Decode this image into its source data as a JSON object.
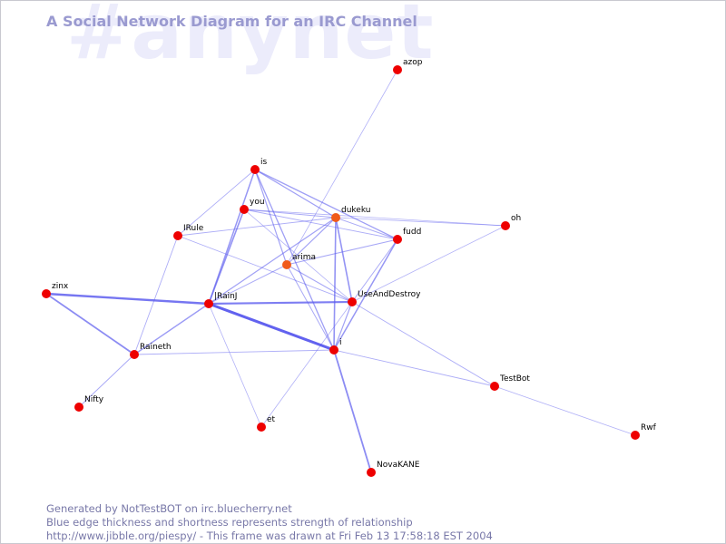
{
  "watermark": "#anynet",
  "title": "A Social Network Diagram for an IRC Channel",
  "footer": {
    "line1": "Generated by NotTestBOT on irc.bluecherry.net",
    "line2": "Blue edge thickness and shortness represents strength of relationship",
    "line3": "http://www.jibble.org/piespy/ - This frame was drawn at Fri Feb 13 17:58:18 EST 2004"
  },
  "colors": {
    "node": "#ee0000",
    "active_node": "#f05a1a",
    "edge": "#5a5aee",
    "title": "#9a9ad0",
    "watermark": "#ececfb"
  },
  "graph": {
    "nodes": [
      {
        "id": "azop",
        "label": "azop"
      },
      {
        "id": "is",
        "label": "is"
      },
      {
        "id": "you",
        "label": "you"
      },
      {
        "id": "dukeku",
        "label": "dukeku",
        "active": true
      },
      {
        "id": "oh",
        "label": "oh"
      },
      {
        "id": "IRule",
        "label": "IRule"
      },
      {
        "id": "fudd",
        "label": "fudd"
      },
      {
        "id": "arima",
        "label": "arima",
        "active": true
      },
      {
        "id": "zinx",
        "label": "zinx"
      },
      {
        "id": "Rain",
        "label": "|RainJ"
      },
      {
        "id": "UseAndDestroy",
        "label": "UseAndDestroy"
      },
      {
        "id": "i",
        "label": "i"
      },
      {
        "id": "Raineth",
        "label": "Raineth"
      },
      {
        "id": "TestBot",
        "label": "TestBot"
      },
      {
        "id": "Nifty",
        "label": "Nifty"
      },
      {
        "id": "et",
        "label": "et"
      },
      {
        "id": "Rwf",
        "label": "Rwf"
      },
      {
        "id": "NovaKANE",
        "label": "NovaKANE"
      }
    ],
    "edges": [
      {
        "from": "Rain",
        "to": "i",
        "strength": 3
      },
      {
        "from": "zinx",
        "to": "Rain",
        "strength": 2.4
      },
      {
        "from": "Rain",
        "to": "UseAndDestroy",
        "strength": 2.2
      },
      {
        "from": "zinx",
        "to": "Raineth",
        "strength": 1.8
      },
      {
        "from": "i",
        "to": "NovaKANE",
        "strength": 1.8
      },
      {
        "from": "Rain",
        "to": "Raineth",
        "strength": 1.4
      },
      {
        "from": "Rain",
        "to": "you",
        "strength": 1.6
      },
      {
        "from": "Rain",
        "to": "is",
        "strength": 1.5
      },
      {
        "from": "dukeku",
        "to": "i",
        "strength": 1.6
      },
      {
        "from": "dukeku",
        "to": "UseAndDestroy",
        "strength": 1.6
      },
      {
        "from": "fudd",
        "to": "i",
        "strength": 1.5
      },
      {
        "from": "is",
        "to": "dukeku",
        "strength": 1.3
      },
      {
        "from": "is",
        "to": "fudd",
        "strength": 1.3
      },
      {
        "from": "is",
        "to": "arima",
        "strength": 1.2
      },
      {
        "from": "is",
        "to": "i",
        "strength": 1.3
      },
      {
        "from": "you",
        "to": "dukeku",
        "strength": 1.0
      },
      {
        "from": "you",
        "to": "fudd",
        "strength": 0.9
      },
      {
        "from": "you",
        "to": "oh",
        "strength": 0.8
      },
      {
        "from": "you",
        "to": "UseAndDestroy",
        "strength": 0.8
      },
      {
        "from": "IRule",
        "to": "is",
        "strength": 0.9
      },
      {
        "from": "IRule",
        "to": "dukeku",
        "strength": 0.9
      },
      {
        "from": "IRule",
        "to": "UseAndDestroy",
        "strength": 0.9
      },
      {
        "from": "IRule",
        "to": "Raineth",
        "strength": 0.9
      },
      {
        "from": "dukeku",
        "to": "arima",
        "strength": 1.2
      },
      {
        "from": "dukeku",
        "to": "fudd",
        "strength": 1.0
      },
      {
        "from": "dukeku",
        "to": "oh",
        "strength": 0.8
      },
      {
        "from": "dukeku",
        "to": "Rain",
        "strength": 1.2
      },
      {
        "from": "arima",
        "to": "fudd",
        "strength": 1.1
      },
      {
        "from": "arima",
        "to": "Rain",
        "strength": 1.0
      },
      {
        "from": "arima",
        "to": "UseAndDestroy",
        "strength": 1.1
      },
      {
        "from": "arima",
        "to": "i",
        "strength": 1.0
      },
      {
        "from": "fudd",
        "to": "UseAndDestroy",
        "strength": 1.0
      },
      {
        "from": "UseAndDestroy",
        "to": "oh",
        "strength": 0.8
      },
      {
        "from": "UseAndDestroy",
        "to": "i",
        "strength": 1.2
      },
      {
        "from": "UseAndDestroy",
        "to": "TestBot",
        "strength": 0.9
      },
      {
        "from": "i",
        "to": "TestBot",
        "strength": 0.9
      },
      {
        "from": "Raineth",
        "to": "i",
        "strength": 0.9
      },
      {
        "from": "Raineth",
        "to": "Nifty",
        "strength": 1.0
      },
      {
        "from": "Rain",
        "to": "et",
        "strength": 0.8
      },
      {
        "from": "et",
        "to": "UseAndDestroy",
        "strength": 0.8
      },
      {
        "from": "azop",
        "to": "arima",
        "strength": 0.8
      },
      {
        "from": "TestBot",
        "to": "Rwf",
        "strength": 0.8
      }
    ]
  }
}
